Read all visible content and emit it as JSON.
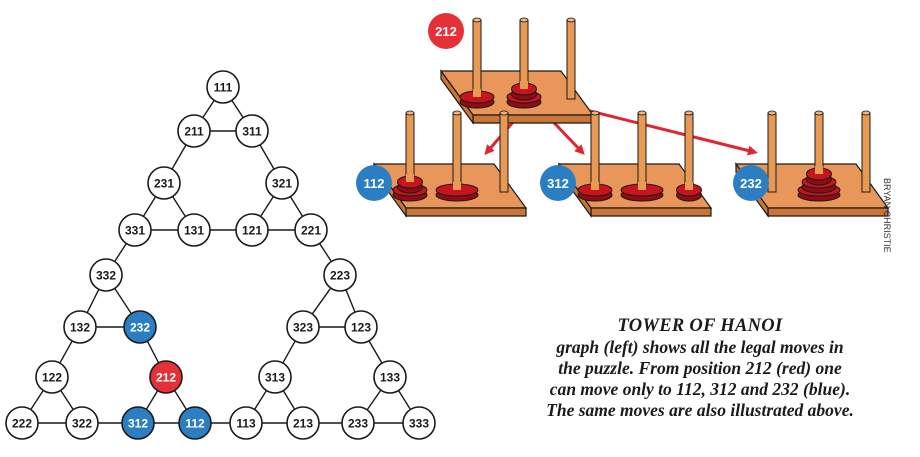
{
  "colors": {
    "highlight_red": "#e63038",
    "highlight_blue": "#2b7ec1",
    "wood": "#e8965a",
    "wood_dark": "#c97438",
    "peg": "#e89a55",
    "disk": "#c8141e"
  },
  "graph": {
    "nodes": [
      {
        "id": "111",
        "state": "normal"
      },
      {
        "id": "211",
        "state": "normal"
      },
      {
        "id": "311",
        "state": "normal"
      },
      {
        "id": "231",
        "state": "normal"
      },
      {
        "id": "321",
        "state": "normal"
      },
      {
        "id": "331",
        "state": "normal"
      },
      {
        "id": "131",
        "state": "normal"
      },
      {
        "id": "121",
        "state": "normal"
      },
      {
        "id": "221",
        "state": "normal"
      },
      {
        "id": "332",
        "state": "normal"
      },
      {
        "id": "223",
        "state": "normal"
      },
      {
        "id": "132",
        "state": "normal"
      },
      {
        "id": "232",
        "state": "blue"
      },
      {
        "id": "323",
        "state": "normal"
      },
      {
        "id": "123",
        "state": "normal"
      },
      {
        "id": "122",
        "state": "normal"
      },
      {
        "id": "212",
        "state": "red"
      },
      {
        "id": "313",
        "state": "normal"
      },
      {
        "id": "133",
        "state": "normal"
      },
      {
        "id": "222",
        "state": "normal"
      },
      {
        "id": "322",
        "state": "normal"
      },
      {
        "id": "312",
        "state": "blue"
      },
      {
        "id": "112",
        "state": "blue"
      },
      {
        "id": "113",
        "state": "normal"
      },
      {
        "id": "213",
        "state": "normal"
      },
      {
        "id": "233",
        "state": "normal"
      },
      {
        "id": "333",
        "state": "normal"
      }
    ],
    "edges": [
      [
        "111",
        "211"
      ],
      [
        "111",
        "311"
      ],
      [
        "211",
        "311"
      ],
      [
        "211",
        "231"
      ],
      [
        "311",
        "321"
      ],
      [
        "231",
        "331"
      ],
      [
        "231",
        "131"
      ],
      [
        "331",
        "131"
      ],
      [
        "321",
        "121"
      ],
      [
        "321",
        "221"
      ],
      [
        "121",
        "221"
      ],
      [
        "131",
        "121"
      ],
      [
        "331",
        "332"
      ],
      [
        "221",
        "223"
      ],
      [
        "332",
        "132"
      ],
      [
        "332",
        "232"
      ],
      [
        "132",
        "232"
      ],
      [
        "132",
        "122"
      ],
      [
        "232",
        "212"
      ],
      [
        "122",
        "222"
      ],
      [
        "122",
        "322"
      ],
      [
        "222",
        "322"
      ],
      [
        "212",
        "312"
      ],
      [
        "212",
        "112"
      ],
      [
        "312",
        "112"
      ],
      [
        "322",
        "312"
      ],
      [
        "223",
        "323"
      ],
      [
        "223",
        "123"
      ],
      [
        "323",
        "123"
      ],
      [
        "323",
        "313"
      ],
      [
        "123",
        "133"
      ],
      [
        "313",
        "113"
      ],
      [
        "313",
        "213"
      ],
      [
        "113",
        "213"
      ],
      [
        "133",
        "233"
      ],
      [
        "133",
        "333"
      ],
      [
        "233",
        "333"
      ],
      [
        "112",
        "113"
      ],
      [
        "213",
        "233"
      ]
    ]
  },
  "puzzles": [
    {
      "label": "212",
      "color": "red",
      "pegs": [
        [
          2
        ],
        [
          1,
          2
        ],
        []
      ]
    },
    {
      "label": "112",
      "color": "blue",
      "pegs": [
        [
          1,
          2
        ],
        [
          3
        ],
        []
      ]
    },
    {
      "label": "312",
      "color": "blue",
      "pegs": [
        [
          2
        ],
        [
          3
        ],
        [
          1
        ]
      ]
    },
    {
      "label": "232",
      "color": "blue",
      "pegs": [
        [],
        [
          1,
          2,
          3
        ],
        []
      ]
    }
  ],
  "caption": {
    "title": "TOWER OF HANOI",
    "line1": "graph (left) shows all the legal moves in",
    "line2": "the puzzle. From position 212 (red) one",
    "line3": "can move only to 112, 312 and 232 (blue).",
    "line4": "The same moves are also illustrated above."
  },
  "credit": "BRYAN CHRISTIE"
}
